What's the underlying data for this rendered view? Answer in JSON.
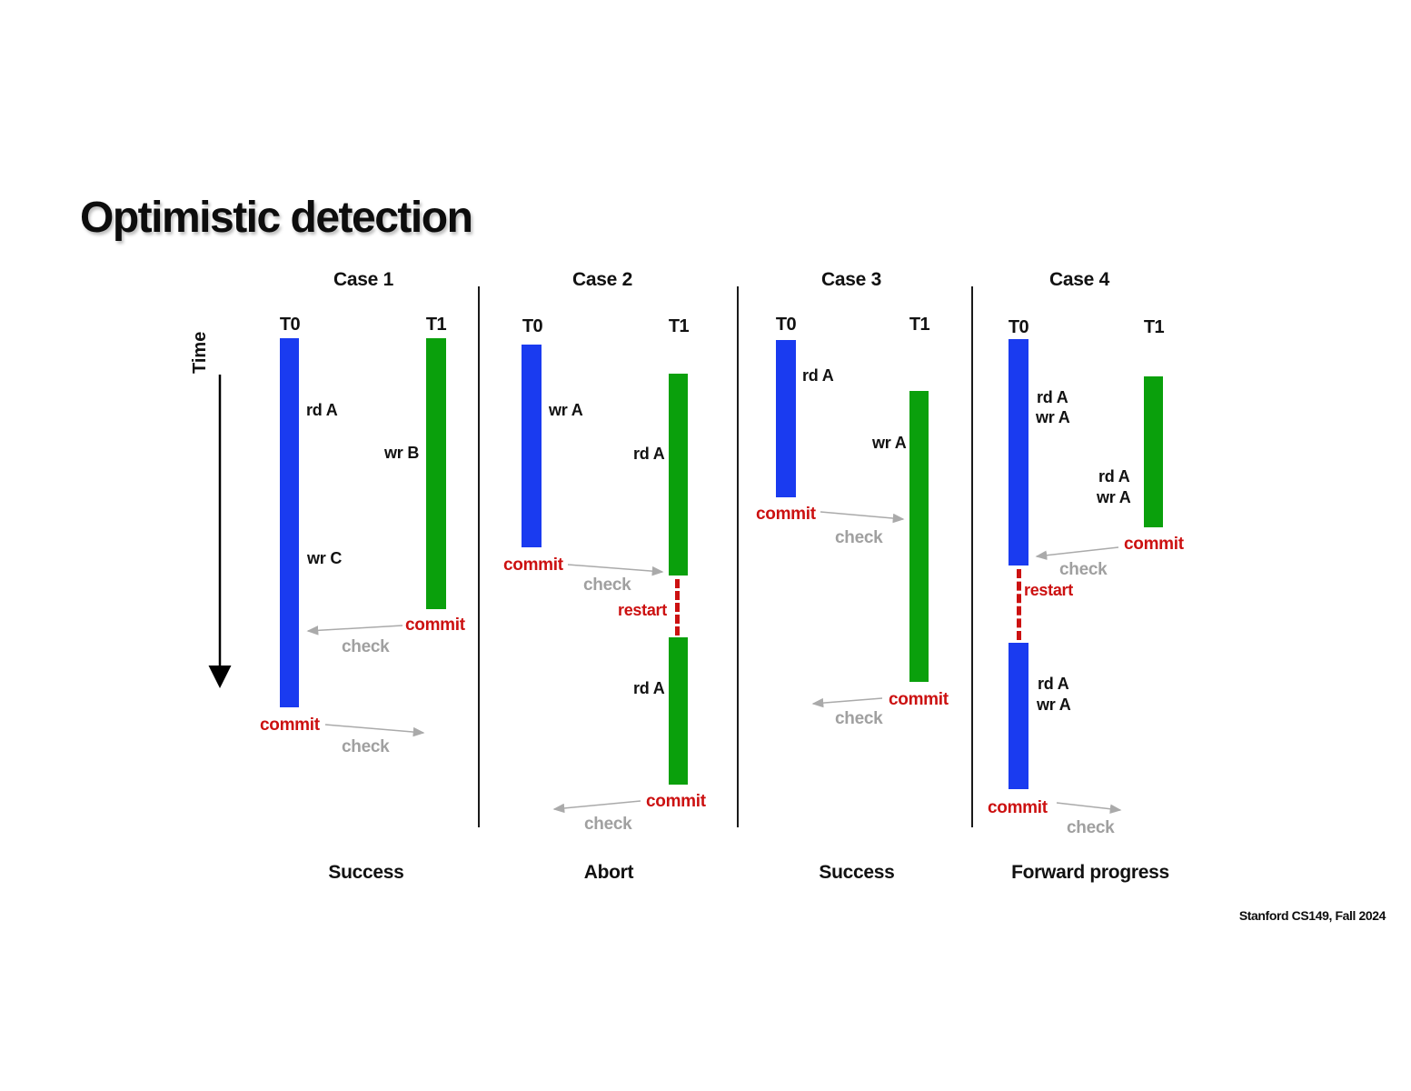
{
  "slide": {
    "title": "Optimistic detection",
    "time_axis_label": "Time",
    "footer": "Stanford CS149, Fall 2024"
  },
  "shared": {
    "commit": "commit",
    "check": "check",
    "restart": "restart"
  },
  "colors": {
    "t0_bar": "#1a3bf0",
    "t1_bar": "#0aa00c",
    "commit_text": "#cc1111",
    "check_text": "#a0a0a0",
    "arrow_gray": "#aaaaaa",
    "divider": "#1a1a1a"
  },
  "cases": [
    {
      "title": "Case 1",
      "t0": "T0",
      "t1": "T1",
      "t0_ops": [
        "rd A",
        "wr C"
      ],
      "t1_ops": [
        "wr B"
      ],
      "outcome": "Success"
    },
    {
      "title": "Case 2",
      "t0": "T0",
      "t1": "T1",
      "t0_ops": [
        "wr A"
      ],
      "t1_ops": [
        "rd A"
      ],
      "t1_ops_after_restart": [
        "rd A"
      ],
      "outcome": "Abort"
    },
    {
      "title": "Case 3",
      "t0": "T0",
      "t1": "T1",
      "t0_ops": [
        "rd A"
      ],
      "t1_ops": [
        "wr A"
      ],
      "outcome": "Success"
    },
    {
      "title": "Case 4",
      "t0": "T0",
      "t1": "T1",
      "t0_ops": [
        "rd A",
        "wr A"
      ],
      "t1_ops": [
        "rd A",
        "wr A"
      ],
      "t0_ops_after_restart": [
        "rd A",
        "wr A"
      ],
      "outcome": "Forward progress"
    }
  ]
}
